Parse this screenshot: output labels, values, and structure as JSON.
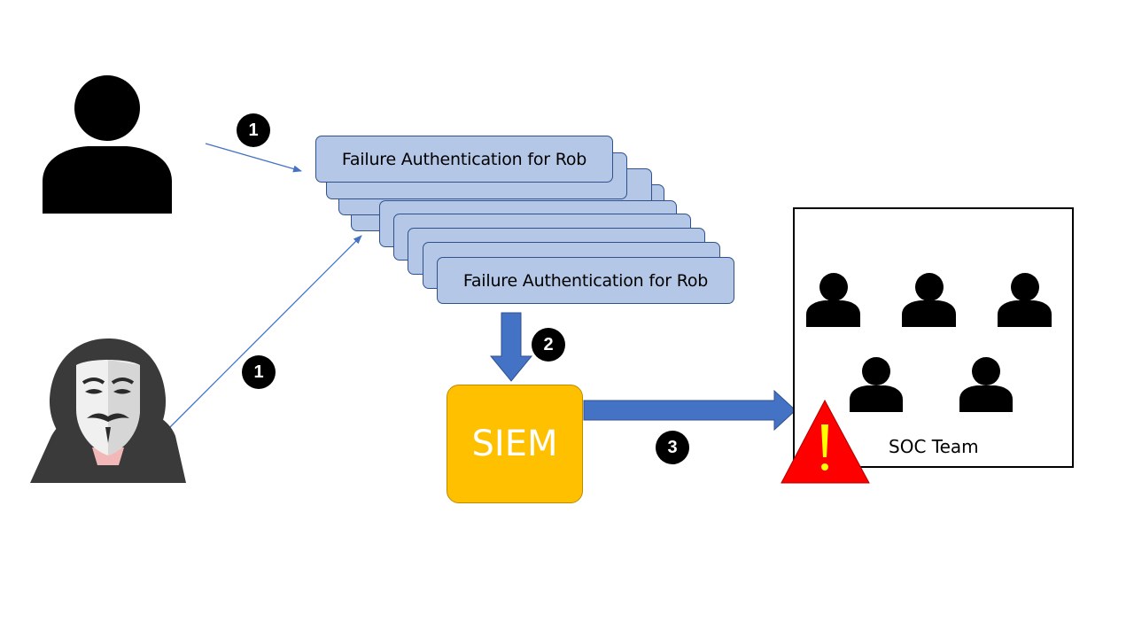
{
  "log_cards": {
    "top_label": "Failure Authentication for Rob",
    "bottom_label": "Failure Authentication for Rob"
  },
  "steps": {
    "user_step": "1",
    "attacker_step": "1",
    "to_siem_step": "2",
    "to_soc_step": "3"
  },
  "siem": {
    "label": "SIEM"
  },
  "soc": {
    "label": "SOC Team"
  },
  "icons": {
    "user": "person-icon",
    "attacker": "hooded-hacker-mask-icon",
    "soc_members": "person-icon",
    "alert": "warning-triangle-icon"
  },
  "colors": {
    "card_fill": "#b4c7e7",
    "card_border": "#2f528f",
    "arrow_blue": "#4472c4",
    "siem_fill": "#ffc000",
    "alert_red": "#ff0000",
    "alert_mark": "#ffff00"
  }
}
